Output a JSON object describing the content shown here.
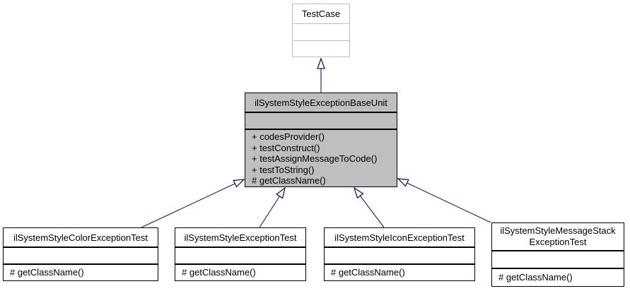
{
  "colors": {
    "edge": "#191970",
    "border": "#000000",
    "external_border": "#bebebe",
    "highlight_fill": "#bfbfbf",
    "fill": "#ffffff",
    "text": "#000000"
  },
  "nodes": {
    "testcase": {
      "title": "TestCase"
    },
    "base": {
      "title": "ilSystemStyleExceptionBaseUnit",
      "methods": [
        "+ codesProvider()",
        "+ testConstruct()",
        "+ testAssignMessageToCode()",
        "+ testToString()",
        "# getClassName()"
      ]
    },
    "color_test": {
      "title": "ilSystemStyleColorExceptionTest",
      "methods": [
        "# getClassName()"
      ]
    },
    "exception_test": {
      "title": "ilSystemStyleExceptionTest",
      "methods": [
        "# getClassName()"
      ]
    },
    "icon_test": {
      "title": "ilSystemStyleIconExceptionTest",
      "methods": [
        "# getClassName()"
      ]
    },
    "message_stack_test": {
      "title_line1": "ilSystemStyleMessageStack",
      "title_line2": "ExceptionTest",
      "methods": [
        "# getClassName()"
      ]
    }
  }
}
